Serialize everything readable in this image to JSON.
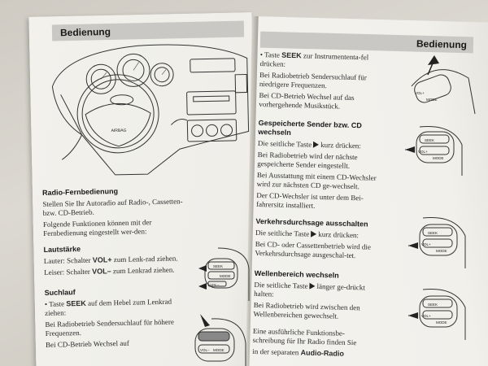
{
  "left_page": {
    "header": "Bedienung",
    "section_title": "Radio-Fernbedienung",
    "intro_1": "Stellen Sie Ihr Autoradio auf Radio-, Cassetten- bzw. CD-Betrieb.",
    "intro_2": "Folgende Funktionen können mit der Fernbedienung eingestellt wer-den:",
    "lautstaerke": {
      "title": "Lautstärke",
      "louder_pre": "Lauter: Schalter ",
      "louder_key": "VOL+",
      "louder_post": " zum Lenk-rad ziehen.",
      "quieter_pre": "Leiser: Schalter ",
      "quieter_key": "VOL–",
      "quieter_post": " zum Lenkrad ziehen."
    },
    "suchlauf": {
      "title": "Suchlauf",
      "line_pre": "• Taste ",
      "line_key": "SEEK",
      "line_post": " auf dem Hebel zum Lenkrad ziehen:",
      "radio": "Bei Radiobetrieb Sendersuchlauf für höhere Frequenzen.",
      "cd": "Bei CD-Betrieb Wechsel auf"
    },
    "diagram_labels": {
      "airbag": "AIRBAG",
      "seek": "SEEK",
      "vol_minus": "VOL–",
      "mode": "MODE"
    }
  },
  "right_page": {
    "header": "Bedienung",
    "seek_pre": "• Taste ",
    "seek_key": "SEEK",
    "seek_post": " zur Instrumententa-fel drücken:",
    "seek_radio": "Bei Radiobetrieb Sendersuchlauf für niedrigere Frequenzen.",
    "seek_cd": "Bei CD-Betrieb Wechsel auf das vorhergehende Musikstück.",
    "gespeichert": {
      "title": "Gespeicherte Sender bzw. CD wechseln",
      "press_pre": "Die seitliche Taste",
      "press_post": "kurz drücken:",
      "radio": "Bei Radiobetrieb wird der nächste gespeicherte Sender eingestellt.",
      "cd": "Bei Ausstattung mit einem CD-Wechsler wird zur nächsten CD ge-wechselt.",
      "note": "Der CD-Wechsler ist unter dem Bei-fahrersitz installiert."
    },
    "verkehr": {
      "title": "Verkehrsdurchsage ausschalten",
      "press_pre": "Die seitliche Taste",
      "press_post": "kurz drücken:",
      "text": "Bei CD- oder Cassettenbetrieb wird die Verkehrsdurchsage ausgeschal-tet."
    },
    "wellen": {
      "title": "Wellenbereich wechseln",
      "press_pre": "Die seitliche Taste",
      "press_post": "länger ge-drückt halten:",
      "text": "Bei Radiobetrieb wird zwischen den Wellenbereichen gewechselt."
    },
    "footer_1": "Eine ausführliche Funktionsbe-schreibung für Ihr Radio finden Sie",
    "footer_2_pre": "in der separaten ",
    "footer_2_key": "Audio-Radio",
    "diagram_labels": {
      "seek": "SEEK",
      "vol_plus": "VOL+",
      "mode": "MODE"
    }
  }
}
